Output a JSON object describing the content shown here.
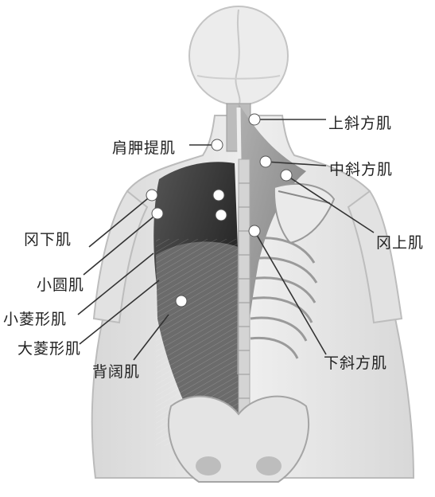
{
  "labels": {
    "upper_trapezius": "上斜方肌",
    "levator_scapulae": "肩胛提肌",
    "middle_trapezius": "中斜方肌",
    "infraspinatus": "冈下肌",
    "teres_minor": "小圆肌",
    "supraspinatus": "冈上肌",
    "rhomboid_minor": "小菱形肌",
    "rhomboid_major": "大菱形肌",
    "latissimus_dorsi": "背阔肌",
    "lower_trapezius": "下斜方肌"
  },
  "colors": {
    "muscle_dark": "#2c2c2c",
    "muscle_mid": "#6a6a6a",
    "skin": "#e6e6e6",
    "bone": "#f2f2f2",
    "leader_line": "#333333",
    "marker": "#ffffff"
  }
}
